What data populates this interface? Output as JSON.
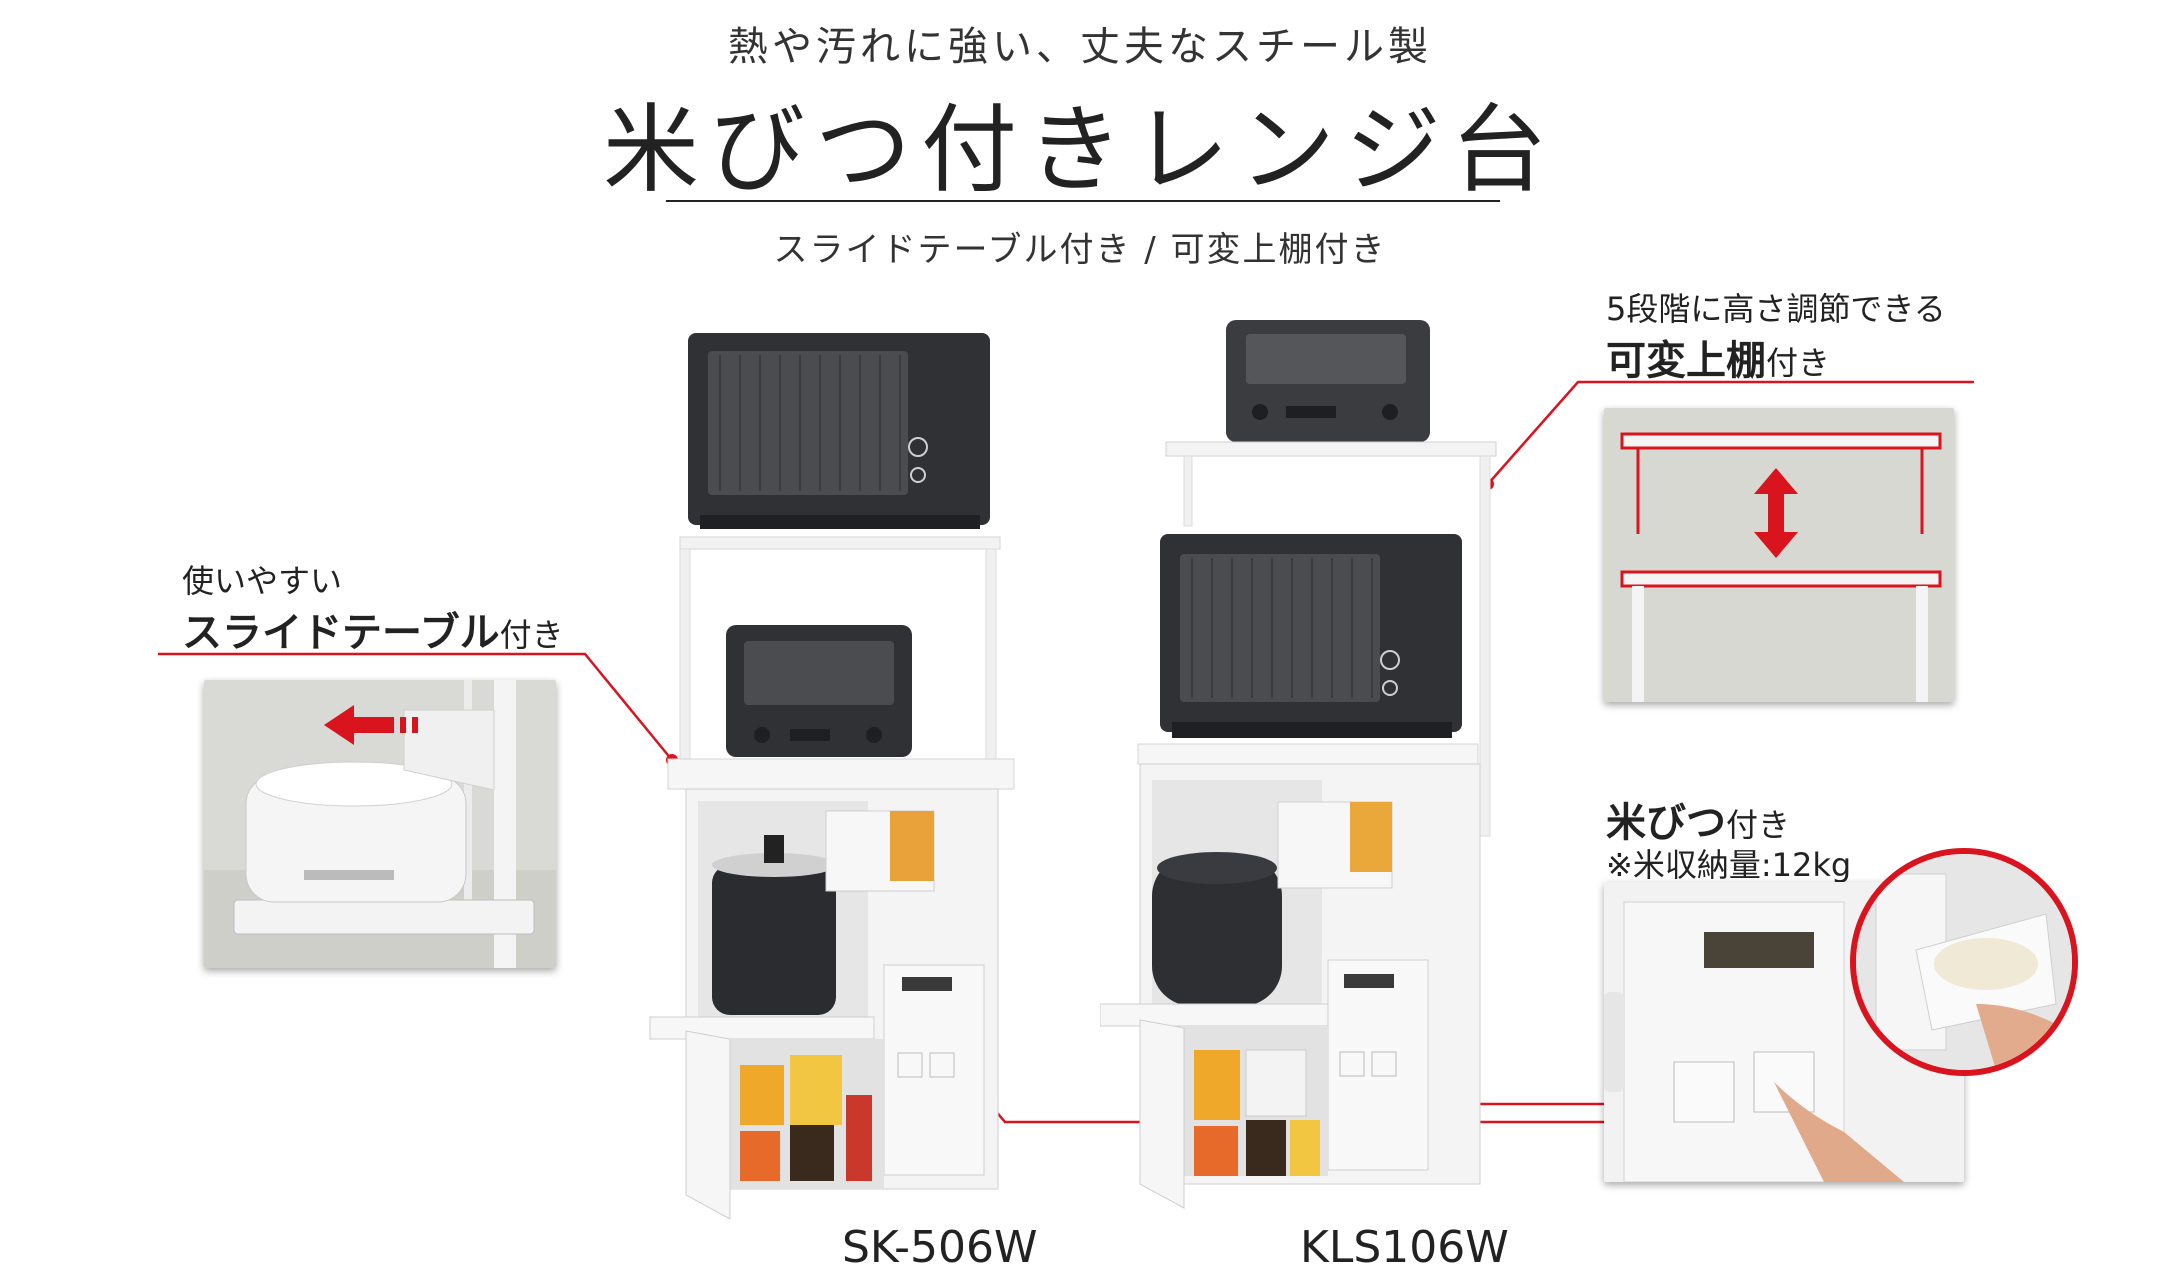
{
  "header": {
    "subtitle": "熱や汚れに強い、丈夫なスチール製",
    "title": "米びつ付きレンジ台",
    "features": "スライドテーブル付き / 可変上棚付き"
  },
  "callouts": {
    "slide_table": {
      "pre": "使いやすい",
      "main": "スライドテーブル",
      "suffix": "付き"
    },
    "variable_shelf": {
      "pre": "5段階に高さ調節できる",
      "main": "可変上棚",
      "suffix": "付き"
    },
    "rice_bin": {
      "main": "米びつ",
      "suffix": "付き",
      "capacity": "※米収納量:12kg"
    }
  },
  "models": {
    "left": "SK-506W",
    "right": "KLS106W"
  },
  "colors": {
    "accent": "#d9141f",
    "panel": "#d8d8d2",
    "cabinet": "#f4f4f4",
    "appliance": "#2f3135"
  }
}
